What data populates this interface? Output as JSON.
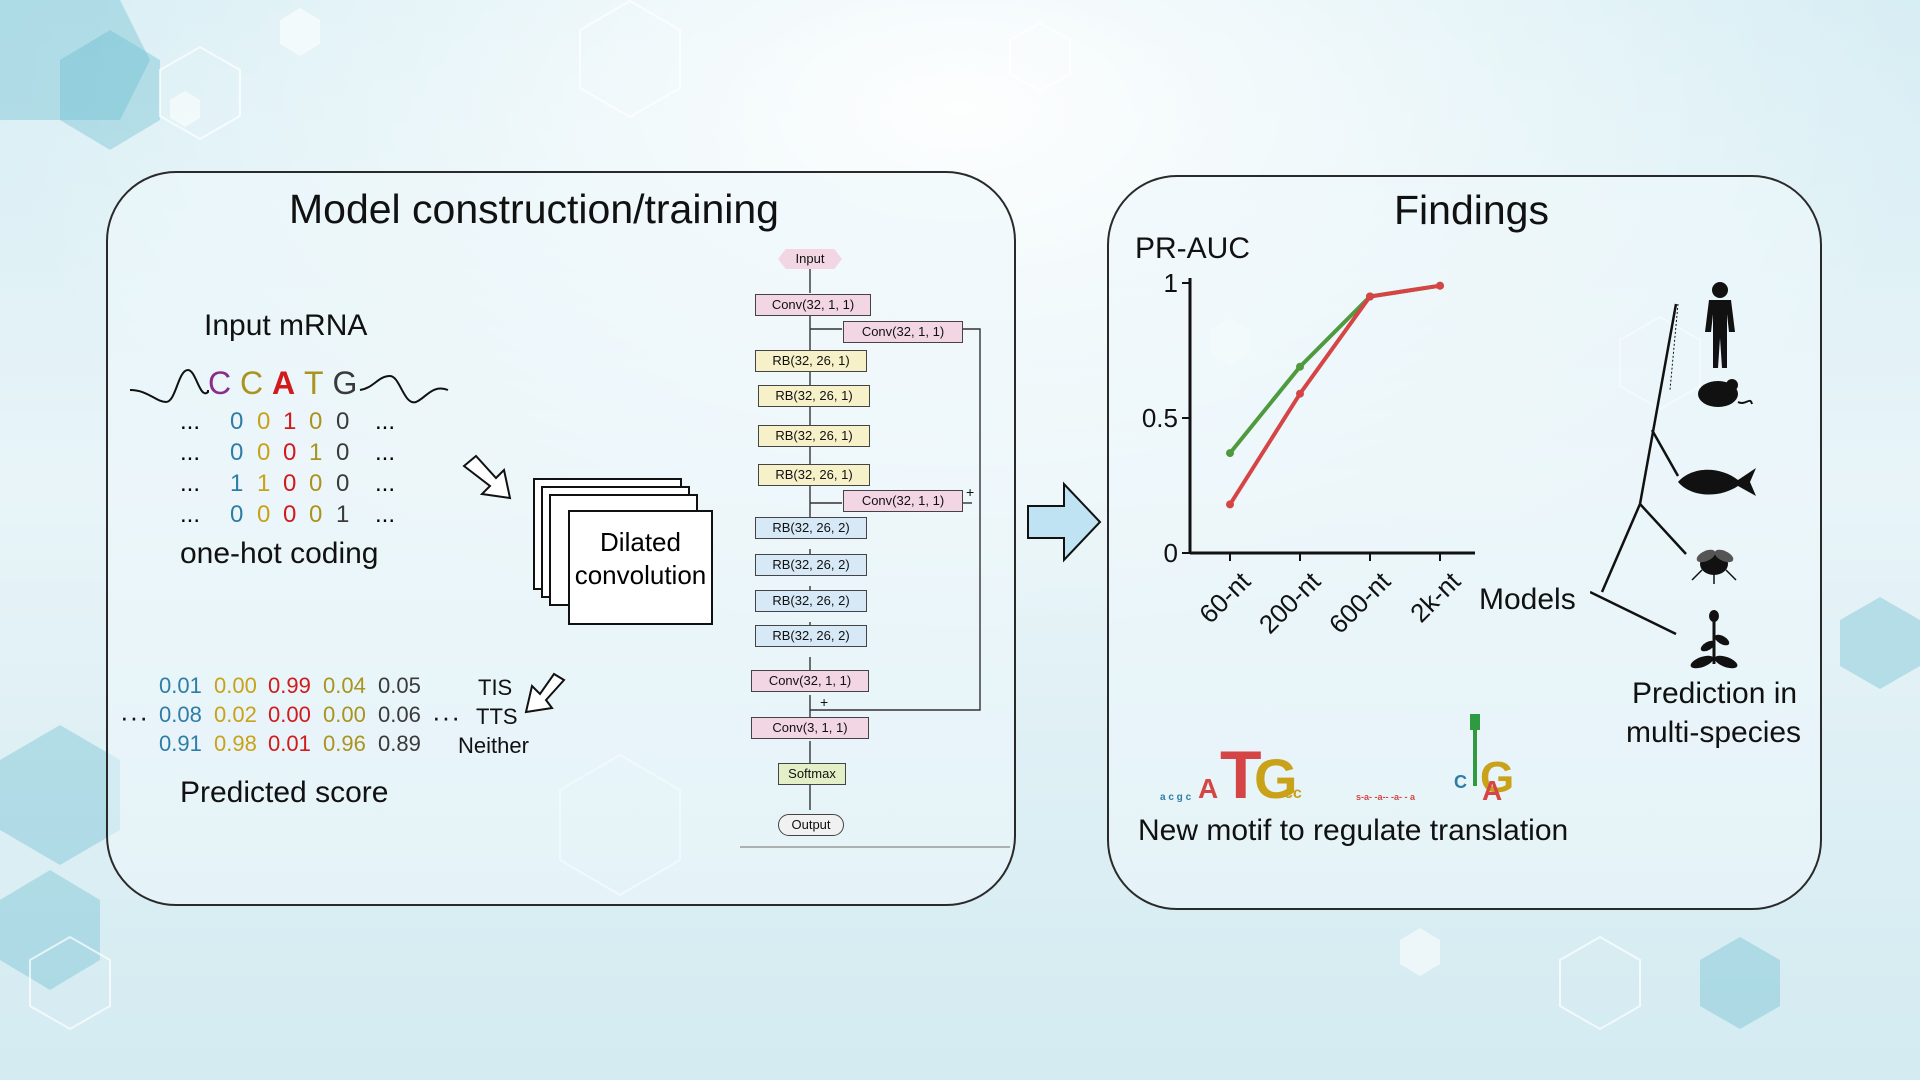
{
  "left_panel": {
    "title": "Model construction/training",
    "input_label": "Input mRNA",
    "sequence": [
      "C",
      "C",
      "A",
      "T",
      "G"
    ],
    "onehot_rows": [
      {
        "pre": "...",
        "vals": [
          "0",
          "0",
          "1",
          "0",
          "0"
        ],
        "post": "..."
      },
      {
        "pre": "...",
        "vals": [
          "0",
          "0",
          "0",
          "1",
          "0"
        ],
        "post": "..."
      },
      {
        "pre": "...",
        "vals": [
          "1",
          "1",
          "0",
          "0",
          "0"
        ],
        "post": "..."
      },
      {
        "pre": "...",
        "vals": [
          "0",
          "0",
          "0",
          "0",
          "1"
        ],
        "post": "..."
      }
    ],
    "onehot_label": "one-hot coding",
    "dilated_line1": "Dilated",
    "dilated_line2": "convolution",
    "scores": {
      "rows": [
        {
          "vals": [
            "0.01",
            "0.00",
            "0.99",
            "0.04",
            "0.05"
          ],
          "label": "TIS"
        },
        {
          "vals": [
            "0.08",
            "0.02",
            "0.00",
            "0.00",
            "0.06"
          ],
          "label": "TTS"
        },
        {
          "vals": [
            "0.91",
            "0.98",
            "0.01",
            "0.96",
            "0.89"
          ],
          "label": "Neither"
        }
      ],
      "dots_left": "···",
      "dots_right": "···"
    },
    "predicted_label": "Predicted score",
    "flow": {
      "input": "Input",
      "conv1": "Conv(32, 1, 1)",
      "skip1": "Conv(32, 1, 1)",
      "rb1": [
        "RB(32, 26, 1)",
        "RB(32, 26, 1)",
        "RB(32, 26, 1)",
        "RB(32, 26, 1)"
      ],
      "skip2": "Conv(32, 1, 1)",
      "rb2": [
        "RB(32, 26, 2)",
        "RB(32, 26, 2)",
        "RB(32, 26, 2)",
        "RB(32, 26, 2)"
      ],
      "conv2": "Conv(32, 1, 1)",
      "conv3": "Conv(3, 1, 1)",
      "softmax": "Softmax",
      "output": "Output",
      "plus": "+"
    }
  },
  "right_panel": {
    "title": "Findings",
    "models_label": "Models",
    "prediction_line1": "Prediction in",
    "prediction_line2": "multi-species",
    "motif_label": "New motif to regulate translation",
    "motif1_letters": [
      "A",
      "T",
      "G"
    ],
    "motif2_letters": [
      "C",
      "G",
      "A"
    ],
    "species_icons": [
      "human-icon",
      "mouse-icon",
      "fish-icon",
      "fly-icon",
      "plant-icon"
    ]
  },
  "chart_data": {
    "type": "line",
    "ylabel": "PR-AUC",
    "categories": [
      "60-nt",
      "200-nt",
      "600-nt",
      "2k-nt"
    ],
    "yticks": [
      "0",
      "0.5",
      "1"
    ],
    "ylim": [
      0,
      1
    ],
    "series": [
      {
        "color": "#4f9a3f",
        "values": [
          0.37,
          0.69,
          0.95,
          0.99
        ]
      },
      {
        "color": "#d64545",
        "values": [
          0.18,
          0.59,
          0.95,
          0.99
        ]
      }
    ]
  },
  "colors": {
    "green": "#4f9a3f",
    "red": "#d64545",
    "arrow_fill": "#bfe3f2"
  }
}
